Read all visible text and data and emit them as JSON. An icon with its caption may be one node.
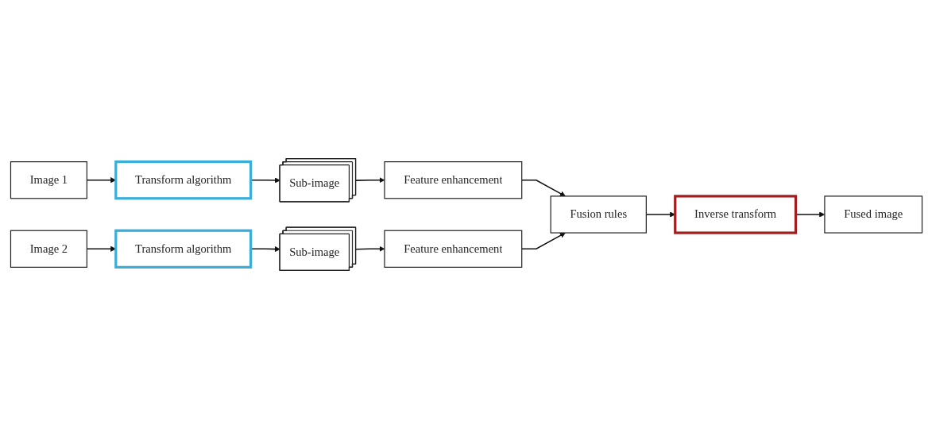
{
  "diagram": {
    "nodes": [
      {
        "text": [
          "Image 1"
        ]
      },
      {
        "text": [
          "Transform algorithm"
        ]
      },
      {
        "text": [
          "Sub-image"
        ]
      },
      {
        "text": [
          "Feature enhancement"
        ]
      },
      {
        "text": [
          "Image 2"
        ]
      },
      {
        "text": [
          "Transform algorithm"
        ]
      },
      {
        "text": [
          "Sub-image"
        ]
      },
      {
        "text": [
          "Feature enhancement"
        ]
      },
      {
        "text": [
          "Fusion rules"
        ]
      },
      {
        "text": [
          "Inverse transform"
        ]
      },
      {
        "text": [
          "Fused image"
        ]
      }
    ],
    "edges": [
      {
        "from": 0,
        "to": 1,
        "arrow": "to"
      },
      {
        "from": 1,
        "to": 2,
        "arrow": "to"
      },
      {
        "from": 2,
        "to": 3,
        "arrow": "to"
      },
      {
        "from": 4,
        "to": 5,
        "arrow": "to"
      },
      {
        "from": 5,
        "to": 6,
        "arrow": "to"
      },
      {
        "from": 6,
        "to": 7,
        "arrow": "to"
      },
      {
        "from": 3,
        "to": 8,
        "arrow": "to"
      },
      {
        "from": 7,
        "to": 8,
        "arrow": "to"
      },
      {
        "from": 8,
        "to": 9,
        "arrow": "to"
      },
      {
        "from": 9,
        "to": 10,
        "arrow": "to"
      }
    ]
  }
}
